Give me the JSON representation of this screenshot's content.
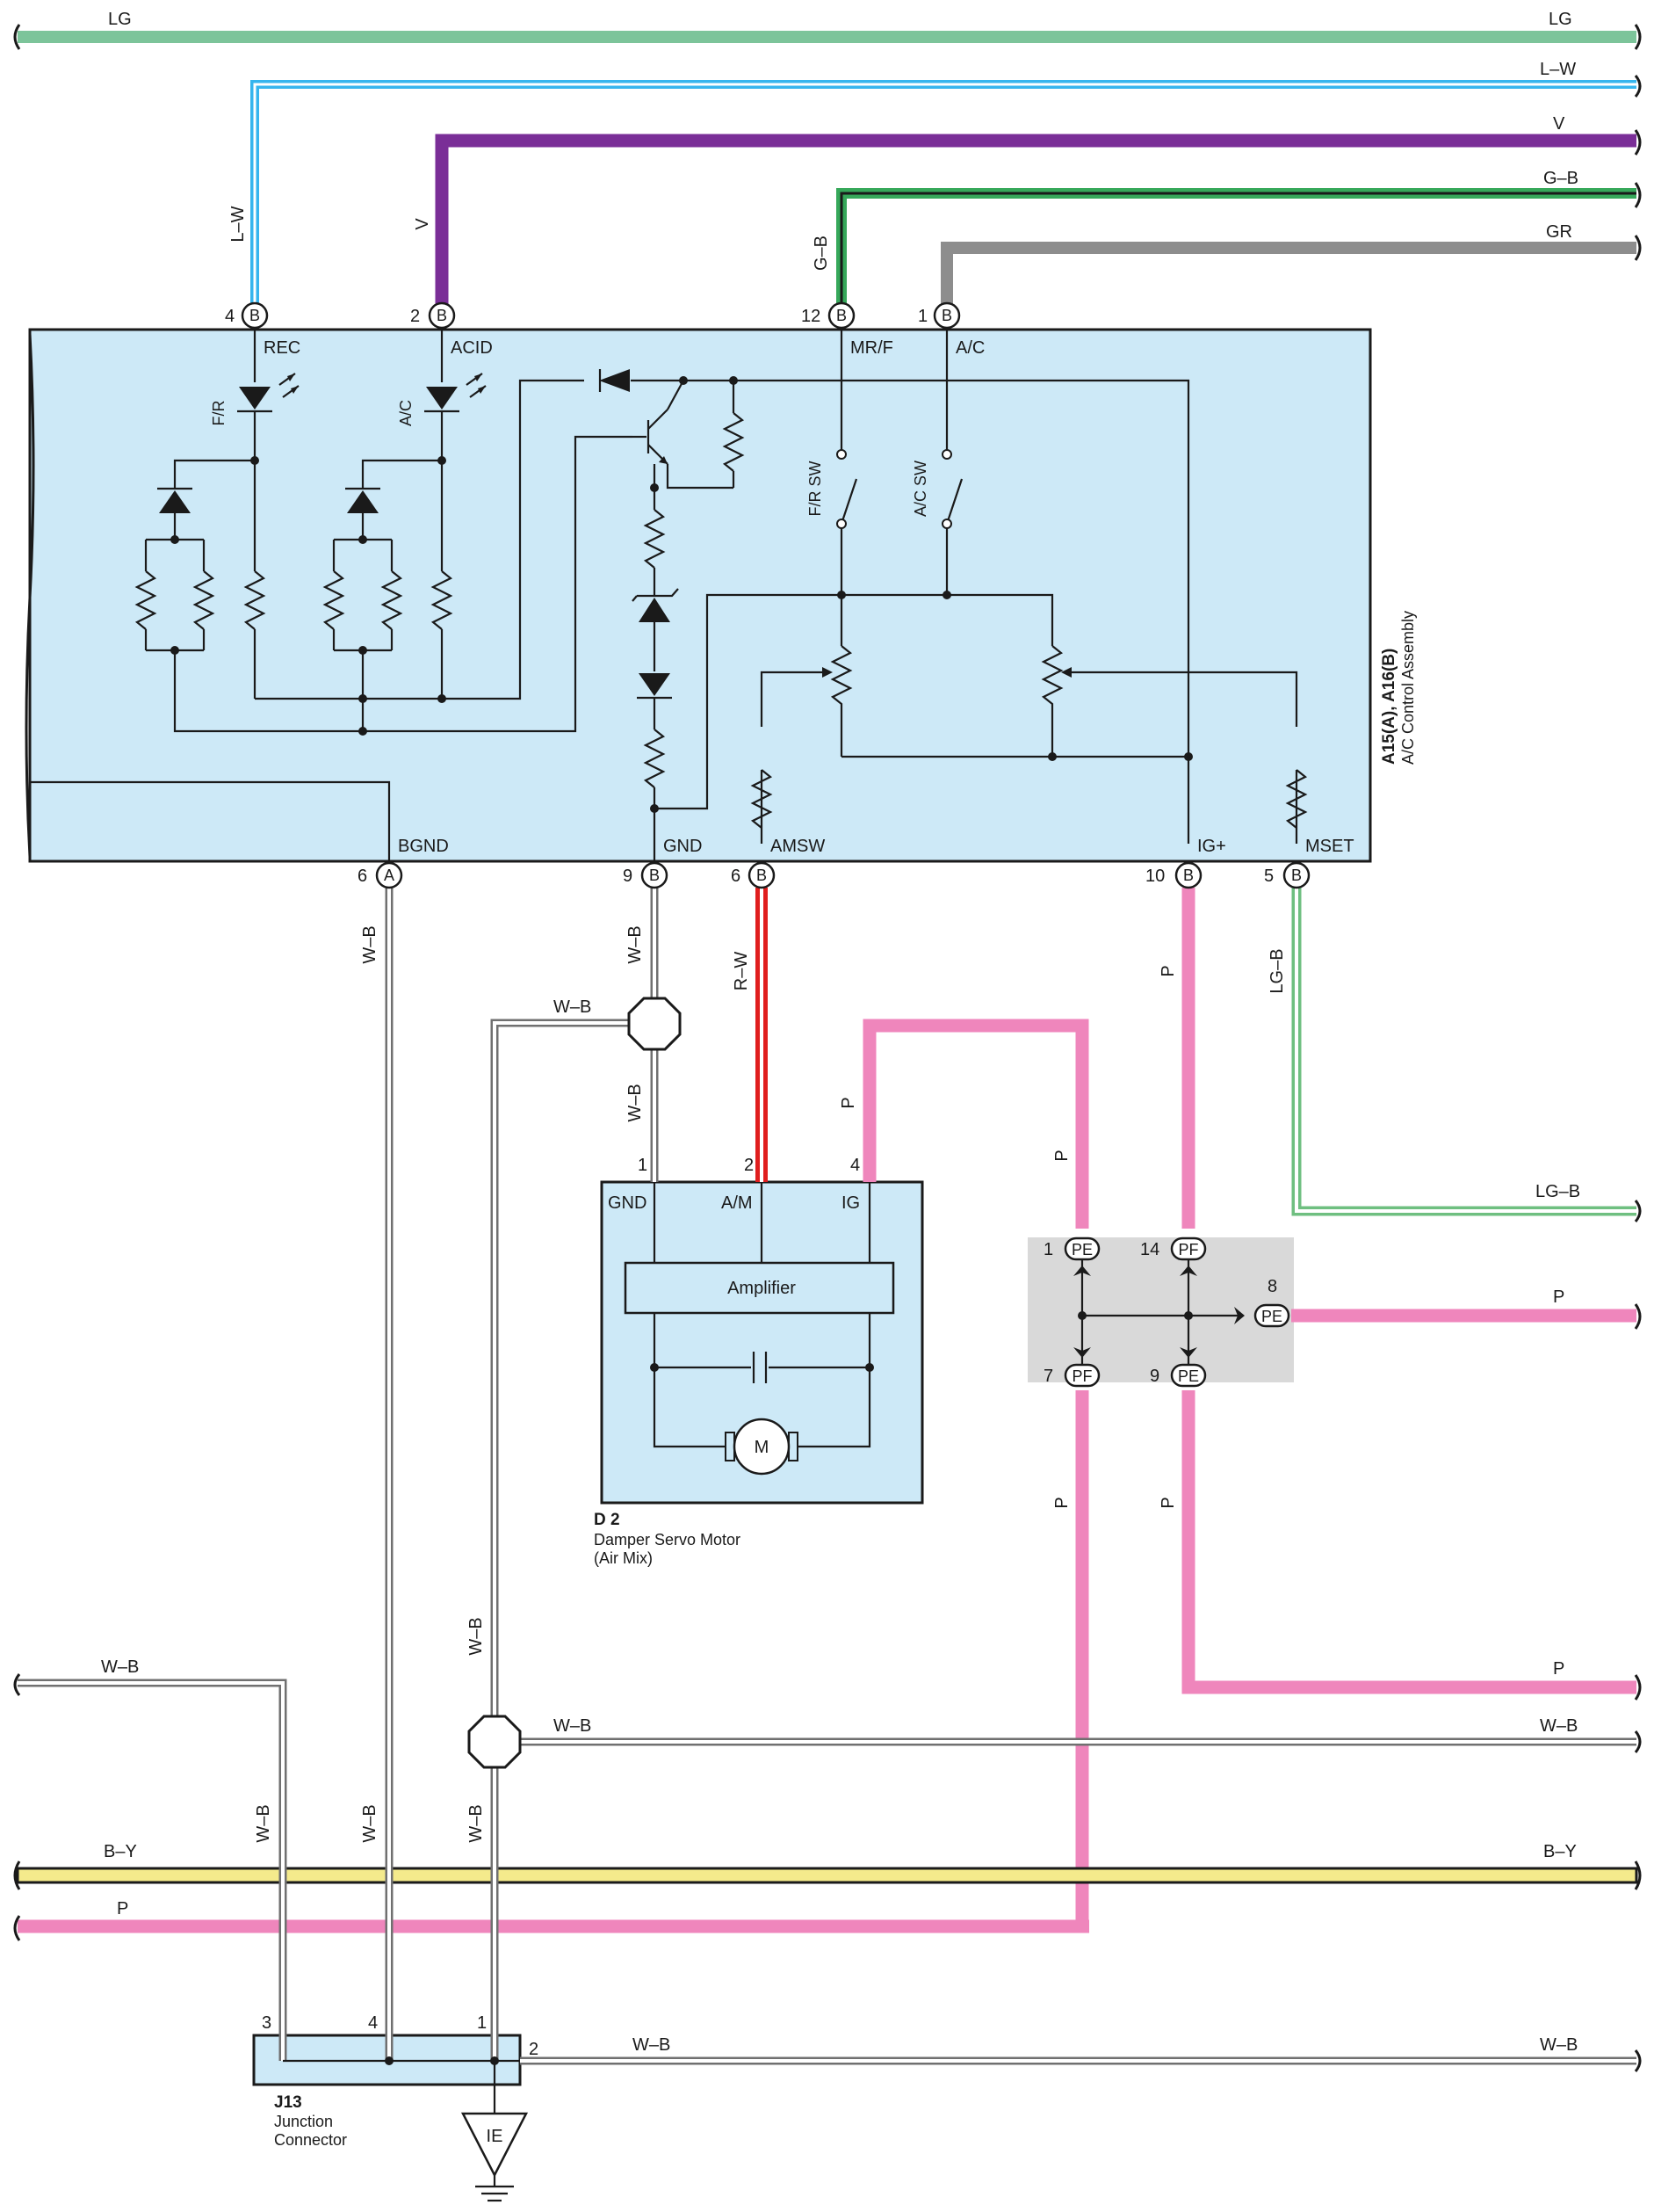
{
  "wire_labels": {
    "lg_top_left": "LG",
    "lg_top_right": "LG",
    "lw_right": "L–W",
    "lw_vert": "L–W",
    "v_right": "V",
    "v_vert": "V",
    "gb_right": "G–B",
    "gb_vert": "G–B",
    "gr_right": "GR",
    "wb_bgnd": "W–B",
    "wb_gnd": "W–B",
    "wb_splice_top": "W–B",
    "wb_servo": "W–B",
    "rw": "R–W",
    "p_servo": "P",
    "p_loop": "P",
    "p_ig": "P",
    "lgb_vert": "LG–B",
    "lgb_right": "LG–B",
    "p_pe8_right": "P",
    "p_pf7": "P",
    "p_pe9": "P",
    "p_bottom_right": "P",
    "wb_left_top": "W–B",
    "wb_splice_left": "W–B",
    "wb_splice_right": "W–B",
    "wb_splice_vert": "W–B",
    "wb_j3": "W–B",
    "wb_j4": "W–B",
    "wb_j1": "W–B",
    "by_left": "B–Y",
    "by_right": "B–Y",
    "p_left": "P",
    "wb_j2_mid": "W–B",
    "wb_j2_right": "W–B"
  },
  "ac_control": {
    "title_id": "A15(A), A16(B)",
    "title_name": "A/C Control Assembly",
    "pins_top": [
      {
        "num": "4",
        "conn": "B",
        "name": "REC"
      },
      {
        "num": "2",
        "conn": "B",
        "name": "ACID"
      },
      {
        "num": "12",
        "conn": "B",
        "name": "MR/F"
      },
      {
        "num": "1",
        "conn": "B",
        "name": "A/C"
      }
    ],
    "pins_bottom": [
      {
        "num": "6",
        "conn": "A",
        "name": "BGND"
      },
      {
        "num": "9",
        "conn": "B",
        "name": "GND"
      },
      {
        "num": "6",
        "conn": "B",
        "name": "AMSW"
      },
      {
        "num": "10",
        "conn": "B",
        "name": "IG+"
      },
      {
        "num": "5",
        "conn": "B",
        "name": "MSET"
      }
    ],
    "led_fr": "F/R",
    "led_ac": "A/C",
    "sw_fr": "F/R SW",
    "sw_ac": "A/C SW"
  },
  "servo": {
    "id": "D 2",
    "name_line1": "Damper Servo Motor",
    "name_line2": "(Air Mix)",
    "pins": [
      {
        "num": "1",
        "name": "GND"
      },
      {
        "num": "2",
        "name": "A/M"
      },
      {
        "num": "4",
        "name": "IG"
      }
    ],
    "amplifier": "Amplifier",
    "motor": "M"
  },
  "junction_block": {
    "pins": [
      {
        "num": "1",
        "name": "PE"
      },
      {
        "num": "14",
        "name": "PF"
      },
      {
        "num": "8",
        "name": "PE"
      },
      {
        "num": "7",
        "name": "PF"
      },
      {
        "num": "9",
        "name": "PE"
      }
    ]
  },
  "j13": {
    "id": "J13",
    "name_line1": "Junction",
    "name_line2": "Connector",
    "pins": [
      "3",
      "4",
      "1",
      "2"
    ]
  },
  "ground": "IE",
  "wire_colors": {
    "LG": "#7cc49a",
    "LW": "#36b5ee",
    "V": "#7a2e97",
    "GB": "#36a85a",
    "GR": "#8d8d8d",
    "P": "#ef86bc",
    "RW": "#e01e1e",
    "BY": "#f4ea8c",
    "LGB": "#6fbf80",
    "WB": "#707070"
  }
}
